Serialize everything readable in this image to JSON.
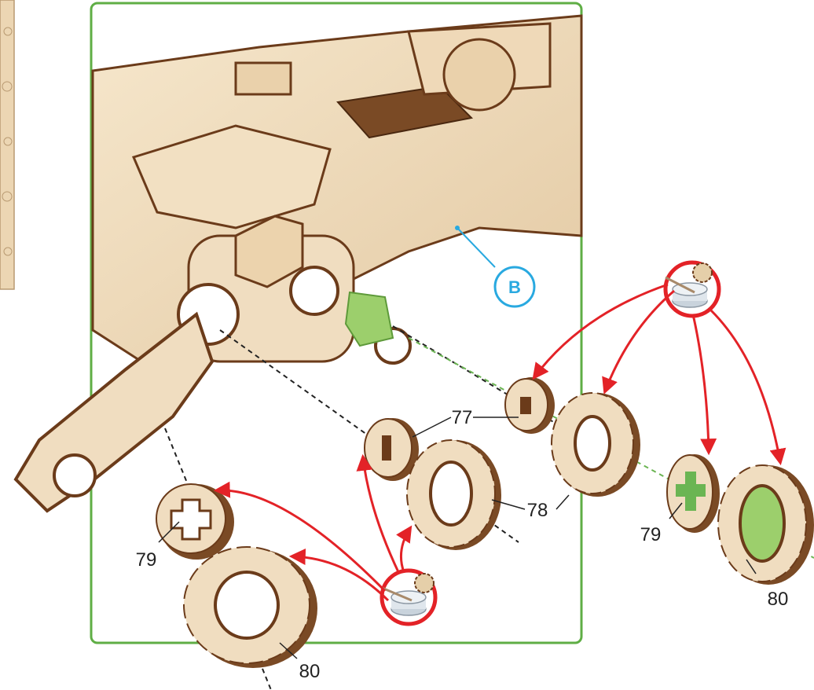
{
  "diagram": {
    "callout_letter": "B",
    "part_labels": {
      "p77": "77",
      "p78": "78",
      "p79_left": "79",
      "p79_right": "79",
      "p80_left": "80",
      "p80_right": "80"
    }
  },
  "colors": {
    "wood_face": "#f0ddc0",
    "wood_edge": "#6b3b1a",
    "frame_green": "#5fae45",
    "arrow_red": "#e32227",
    "callout_blue": "#29a9e0",
    "axis_green": "#6bb553",
    "green_part": "#9ccf6c"
  },
  "icons": [
    "glue-pot-icon",
    "gear-icon",
    "glue-brush-icon",
    "arrow-icon"
  ]
}
